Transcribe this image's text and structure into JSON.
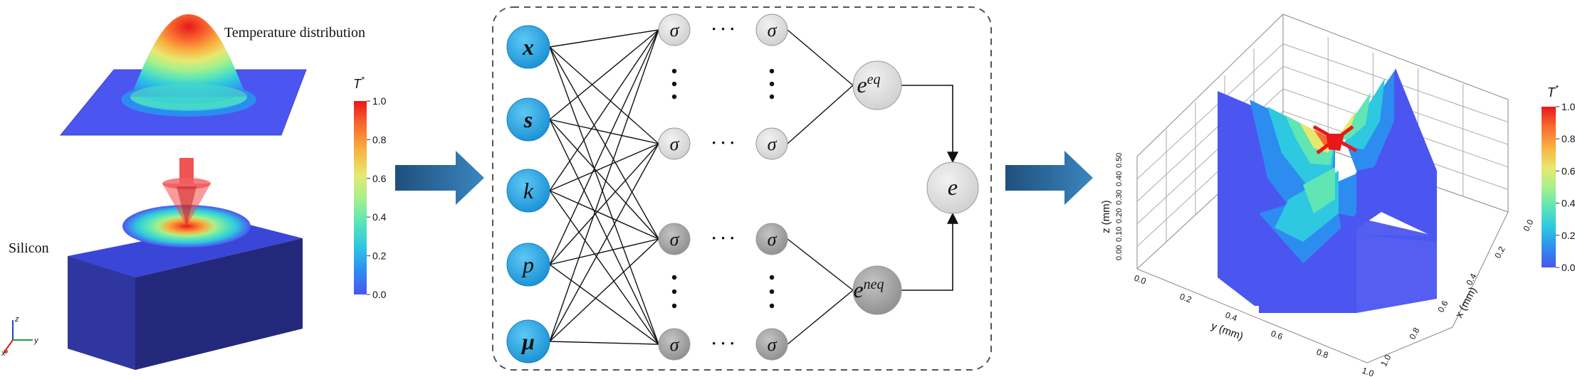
{
  "left_panel": {
    "temperature_label": "Temperature distribution",
    "silicon_label": "Silicon",
    "colorbar": {
      "title": "T*",
      "ticks": [
        "1.0",
        "0.8",
        "0.6",
        "0.4",
        "0.2",
        "0.0"
      ]
    },
    "axes_glyph": {
      "z": "z",
      "y": "y",
      "x": "x"
    }
  },
  "network": {
    "inputs": [
      "x",
      "s",
      "k",
      "p",
      "μ"
    ],
    "hidden_symbol": "σ",
    "ellipsis": "· · ·",
    "outputs": {
      "eq_base": "e",
      "eq_sup": "eq",
      "neq_base": "e",
      "neq_sup": "neq",
      "final": "e"
    }
  },
  "right_panel": {
    "colorbar": {
      "title": "T*",
      "ticks": [
        "1.0",
        "0.8",
        "0.6",
        "0.4",
        "0.2",
        "0.0"
      ]
    },
    "z_axis": {
      "label": "z (mm)",
      "ticks": [
        "0.00",
        "0.10",
        "0.20",
        "0.30",
        "0.40",
        "0.50"
      ]
    },
    "y_axis": {
      "label": "y (mm)",
      "ticks": [
        "0.0",
        "0.2",
        "0.4",
        "0.6",
        "0.8",
        "1.0"
      ]
    },
    "x_axis": {
      "label": "x (mm)",
      "ticks": [
        "0.0",
        "0.2",
        "0.4",
        "0.6",
        "0.8",
        "1.0"
      ]
    }
  },
  "colors": {
    "colormap": [
      "#4b55f0",
      "#2d8cf0",
      "#2ec8e0",
      "#5fe6b4",
      "#a8f08c",
      "#e8e870",
      "#f8b040",
      "#f86830",
      "#e81818"
    ],
    "input_node": "#1ea0e0",
    "hidden_light": "#dedede",
    "hidden_dark": "#a8a8a8",
    "arrow": "#2e6a9c",
    "silicon": "#2a2f8a"
  }
}
